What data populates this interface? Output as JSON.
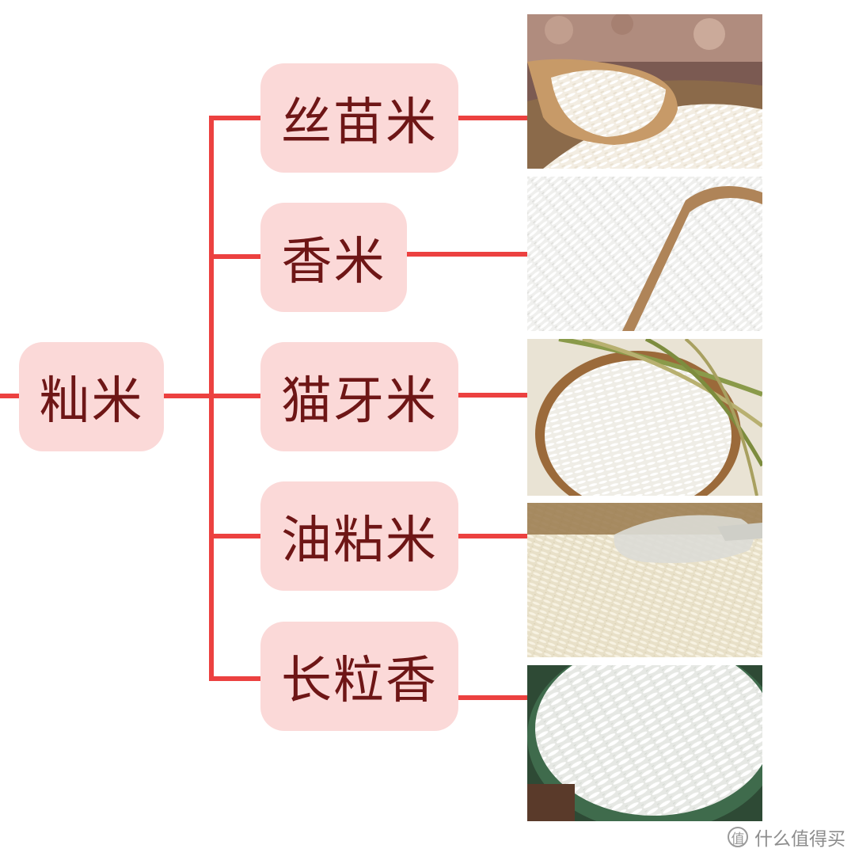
{
  "colors": {
    "line": "#ec4140",
    "node_background": "#fbd9d8",
    "node_text": "#6e1616"
  },
  "root": {
    "label": "籼米"
  },
  "branches": [
    {
      "label": "丝苗米",
      "photo": "rice-in-wooden-spoon-over-sack"
    },
    {
      "label": "香米",
      "photo": "rice-with-wooden-scoop"
    },
    {
      "label": "猫牙米",
      "photo": "rice-in-bamboo-basket-with-rice-stalks"
    },
    {
      "label": "油粘米",
      "photo": "rice-pile-with-plastic-scoop"
    },
    {
      "label": "长粒香",
      "photo": "long-grain-rice-in-green-bowl"
    }
  ],
  "watermark": {
    "icon": "zhi-logo-icon",
    "text": "什么值得买"
  }
}
